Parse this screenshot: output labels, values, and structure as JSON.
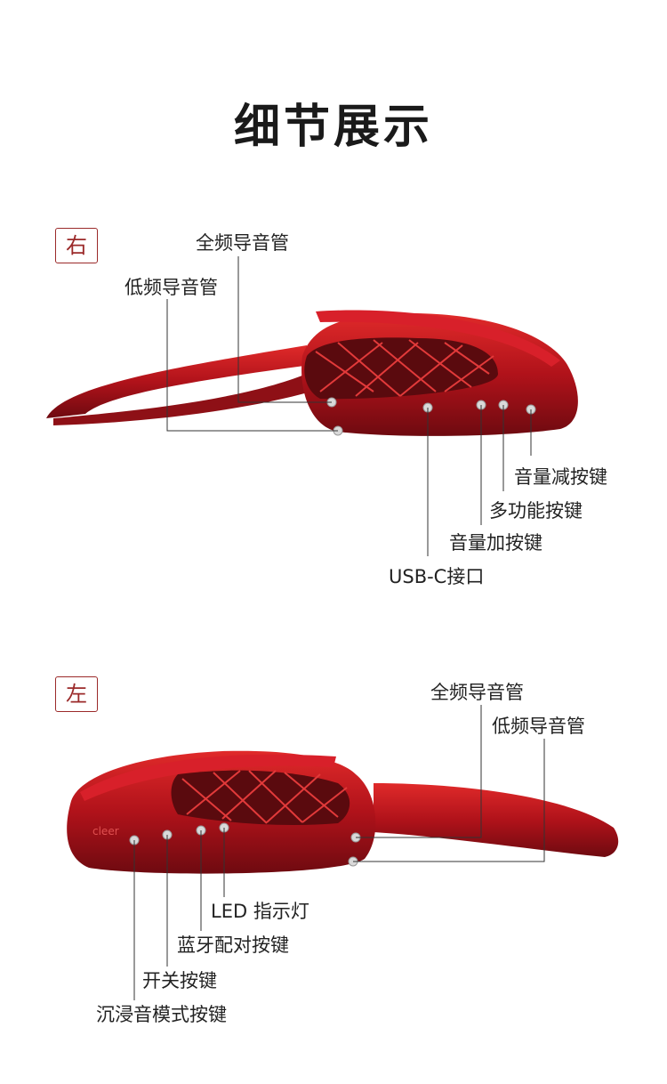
{
  "title": "细节展示",
  "right_section": {
    "badge": "右",
    "labels": {
      "full_tube": "全频导音管",
      "low_tube": "低频导音管",
      "vol_down": "音量减按键",
      "multi": "多功能按键",
      "vol_up": "音量加按键",
      "usb": "USB-C接口"
    }
  },
  "left_section": {
    "badge": "左",
    "labels": {
      "full_tube": "全频导音管",
      "low_tube": "低频导音管",
      "led": "LED 指示灯",
      "bt": "蓝牙配对按键",
      "power": "开关按键",
      "immersive": "沉浸音模式按键"
    },
    "brand_mark": "cleer"
  },
  "colors": {
    "product_red": "#b0121a",
    "accent": "#9b2a2a"
  }
}
